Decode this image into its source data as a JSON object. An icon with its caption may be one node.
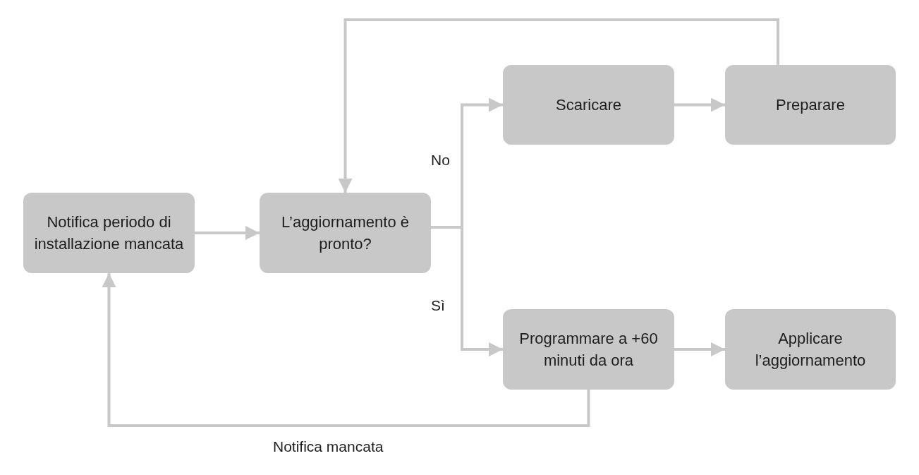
{
  "diagram": {
    "nodes": [
      {
        "text": [
          "Notifica periodo di installazione mancata"
        ]
      },
      {
        "text": [
          "L’aggiornamento è pronto?"
        ]
      },
      {
        "text": [
          "Scaricare"
        ]
      },
      {
        "text": [
          "Preparare"
        ]
      },
      {
        "text": [
          "Programmare a +60 minuti da ora"
        ]
      },
      {
        "text": [
          "Applicare l’aggiornamento"
        ]
      }
    ],
    "edges": [
      {
        "from": 0,
        "to": 1,
        "arrow": "to"
      },
      {
        "from": 1,
        "to": 2,
        "arrow": "to",
        "label": "No"
      },
      {
        "from": 1,
        "to": 4,
        "arrow": "to",
        "label": "Sì"
      },
      {
        "from": 2,
        "to": 3,
        "arrow": "to"
      },
      {
        "from": 3,
        "to": 1,
        "arrow": "to"
      },
      {
        "from": 4,
        "to": 0,
        "arrow": "to",
        "label": "Notifica mancata"
      },
      {
        "from": 4,
        "to": 5,
        "arrow": "to"
      }
    ]
  }
}
